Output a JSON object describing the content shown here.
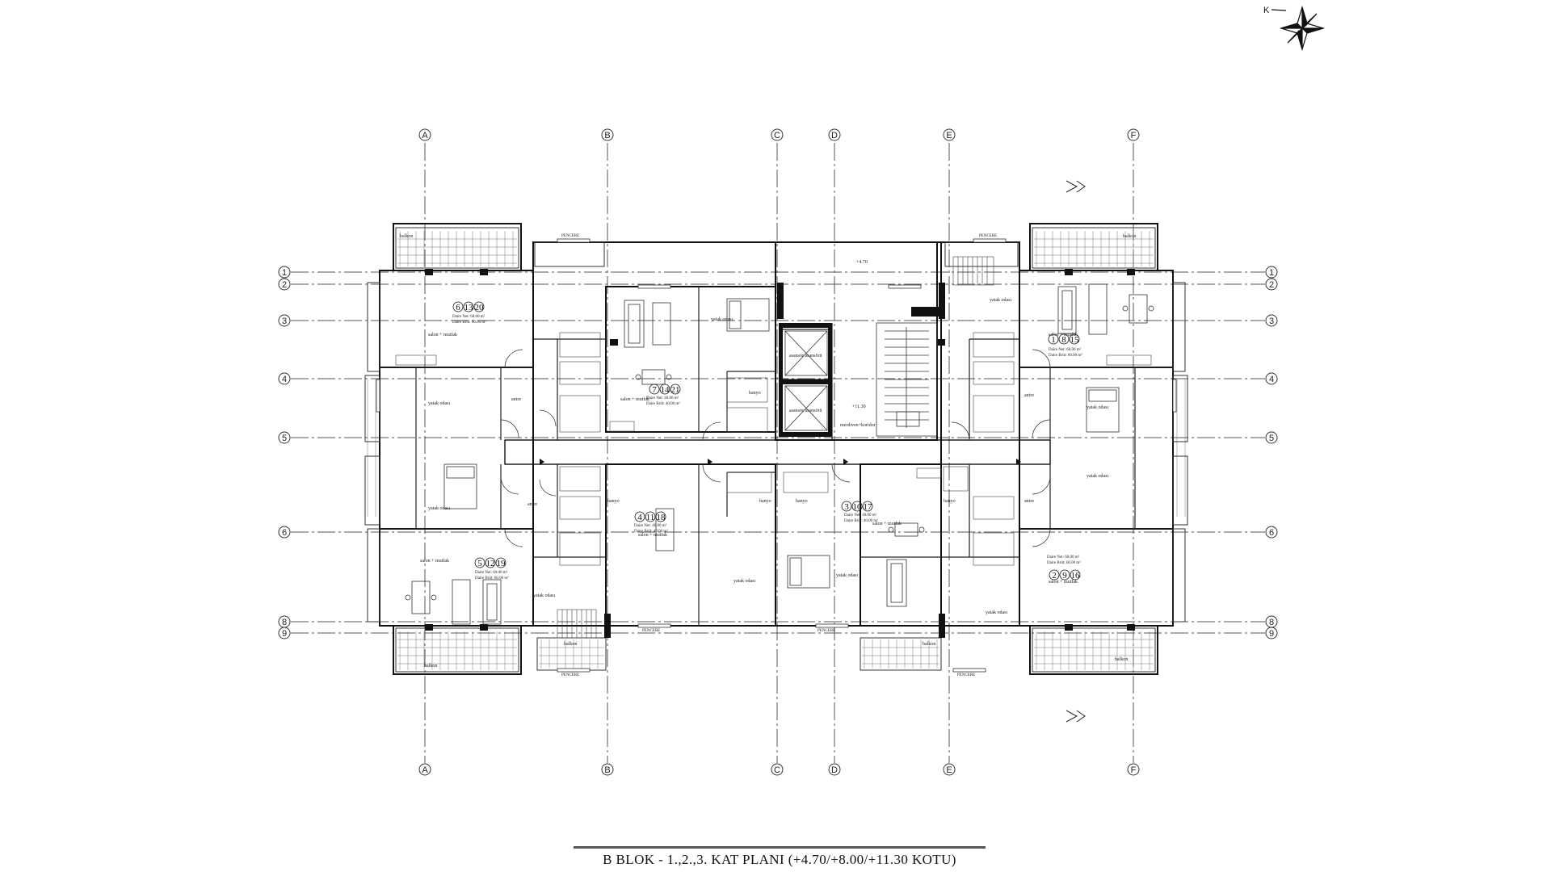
{
  "caption": "B BLOK - 1.,2.,3.  KAT  PLANI  (+4.70/+8.00/+11.30 KOTU)",
  "axes": {
    "vertical": [
      "A",
      "B",
      "C",
      "D",
      "E",
      "F"
    ],
    "horizontal": [
      "1",
      "2",
      "3",
      "4",
      "5",
      "6",
      "8",
      "9"
    ]
  },
  "units": [
    {
      "numbers": [
        "6",
        "13",
        "20"
      ],
      "net": "Daire Net: 60.00 m²",
      "brut": "Daire Brüt: 60.00 m²"
    },
    {
      "numbers": [
        "7",
        "14",
        "21"
      ],
      "net": "Daire Net: 40.00 m²",
      "brut": "Daire Brüt: 40.00 m²"
    },
    {
      "numbers": [
        "1",
        "8",
        "15"
      ],
      "net": "Daire Net: 60.00 m²",
      "brut": "Daire Brüt: 60.00 m²"
    },
    {
      "numbers": [
        "4",
        "11",
        "18"
      ],
      "net": "Daire Net: 40.00 m²",
      "brut": "Daire Brüt: 40.00 m²"
    },
    {
      "numbers": [
        "3",
        "10",
        "17"
      ],
      "net": "Daire Net: 40.00 m²",
      "brut": "Daire Brüt: 40.00 m²"
    },
    {
      "numbers": [
        "5",
        "12",
        "19"
      ],
      "net": "Daire Net: 60.00 m²",
      "brut": "Daire Brüt: 60.00 m²"
    },
    {
      "numbers": [
        "2",
        "9",
        "16"
      ],
      "net": "Daire Net: 60.00 m²",
      "brut": "Daire Brüt: 60.00 m²"
    }
  ],
  "rooms": {
    "salon": "salon + mutfak",
    "yatak": "yatak odası",
    "antre": "antre",
    "banyo": "banyo",
    "balkon": "balkon",
    "asansor": "asansör asansörü",
    "merdiven": "merdiven+koridor",
    "kot": "+4.70",
    "kot2": "+11.30"
  },
  "window_label": "PENCERE"
}
